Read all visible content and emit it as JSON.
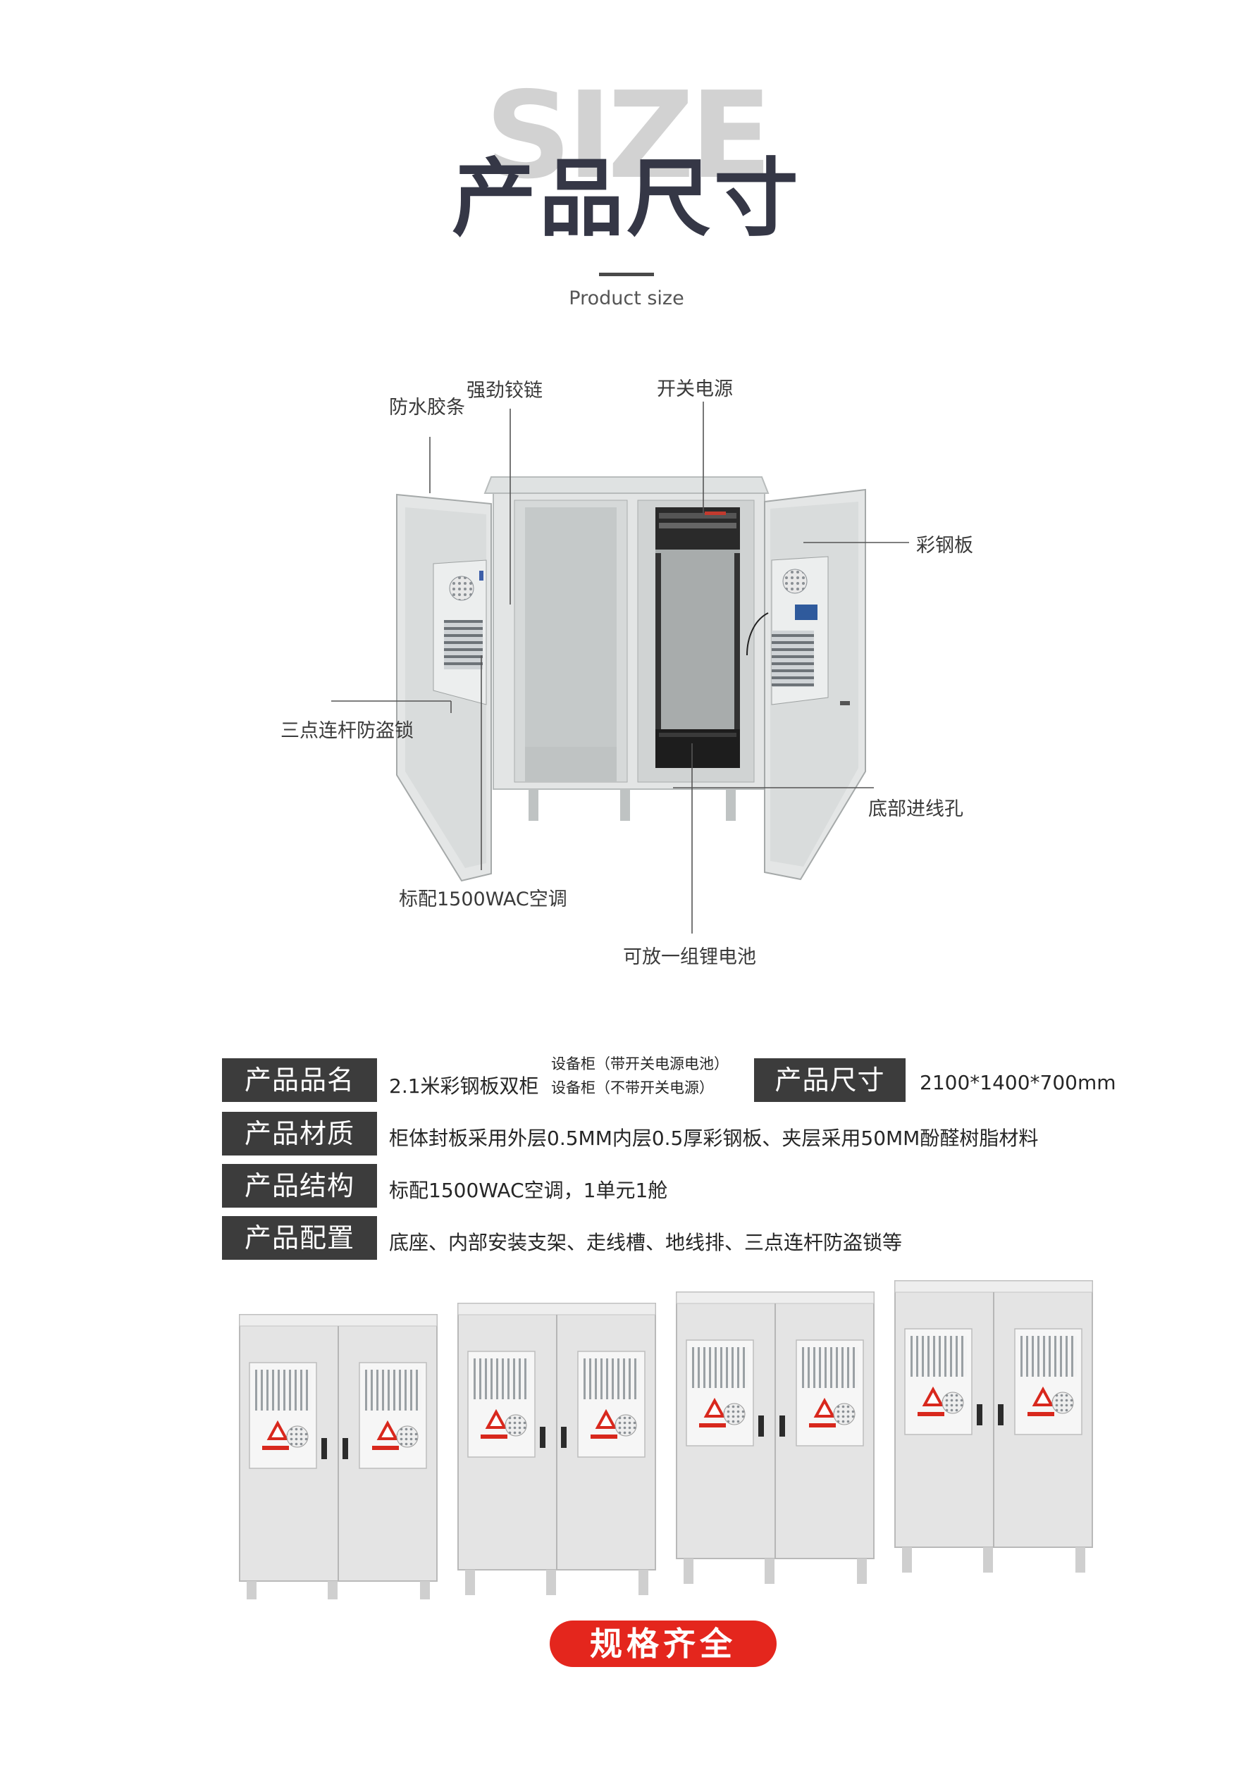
{
  "header": {
    "bg_word": "SIZE",
    "title": "产品尺寸",
    "subtitle": "Product size"
  },
  "diagram": {
    "callouts": {
      "waterproof_strip": "防水胶条",
      "hinge": "强劲铰链",
      "power_supply": "开关电源",
      "steel_panel": "彩钢板",
      "three_point_lock": "三点连杆防盗锁",
      "bottom_inlet": "底部进线孔",
      "air_conditioner": "标配1500WAC空调",
      "battery": "可放一组锂电池"
    }
  },
  "specs": {
    "name": {
      "head": "产品品名",
      "value": "2.1米彩钢板双柜",
      "option_1": "设备柜（带开关电源电池）",
      "option_2": "设备柜（不带开关电源）"
    },
    "size": {
      "head": "产品尺寸",
      "value": "2100*1400*700mm"
    },
    "material": {
      "head": "产品材质",
      "value": "柜体封板采用外层0.5MM内层0.5厚彩钢板、夹层采用50MM酚醛树脂材料"
    },
    "structure": {
      "head": "产品结构",
      "value": "标配1500WAC空调，1单元1舱"
    },
    "config": {
      "head": "产品配置",
      "value": "底座、内部安装支架、走线槽、地线排、三点连杆防盗锁等"
    }
  },
  "footer": {
    "button_label": "规格齐全"
  },
  "colors": {
    "accent_red": "#e4261d",
    "table_head": "#3c3c3c",
    "title": "#353746",
    "cabinet": "#dcdcdc"
  }
}
